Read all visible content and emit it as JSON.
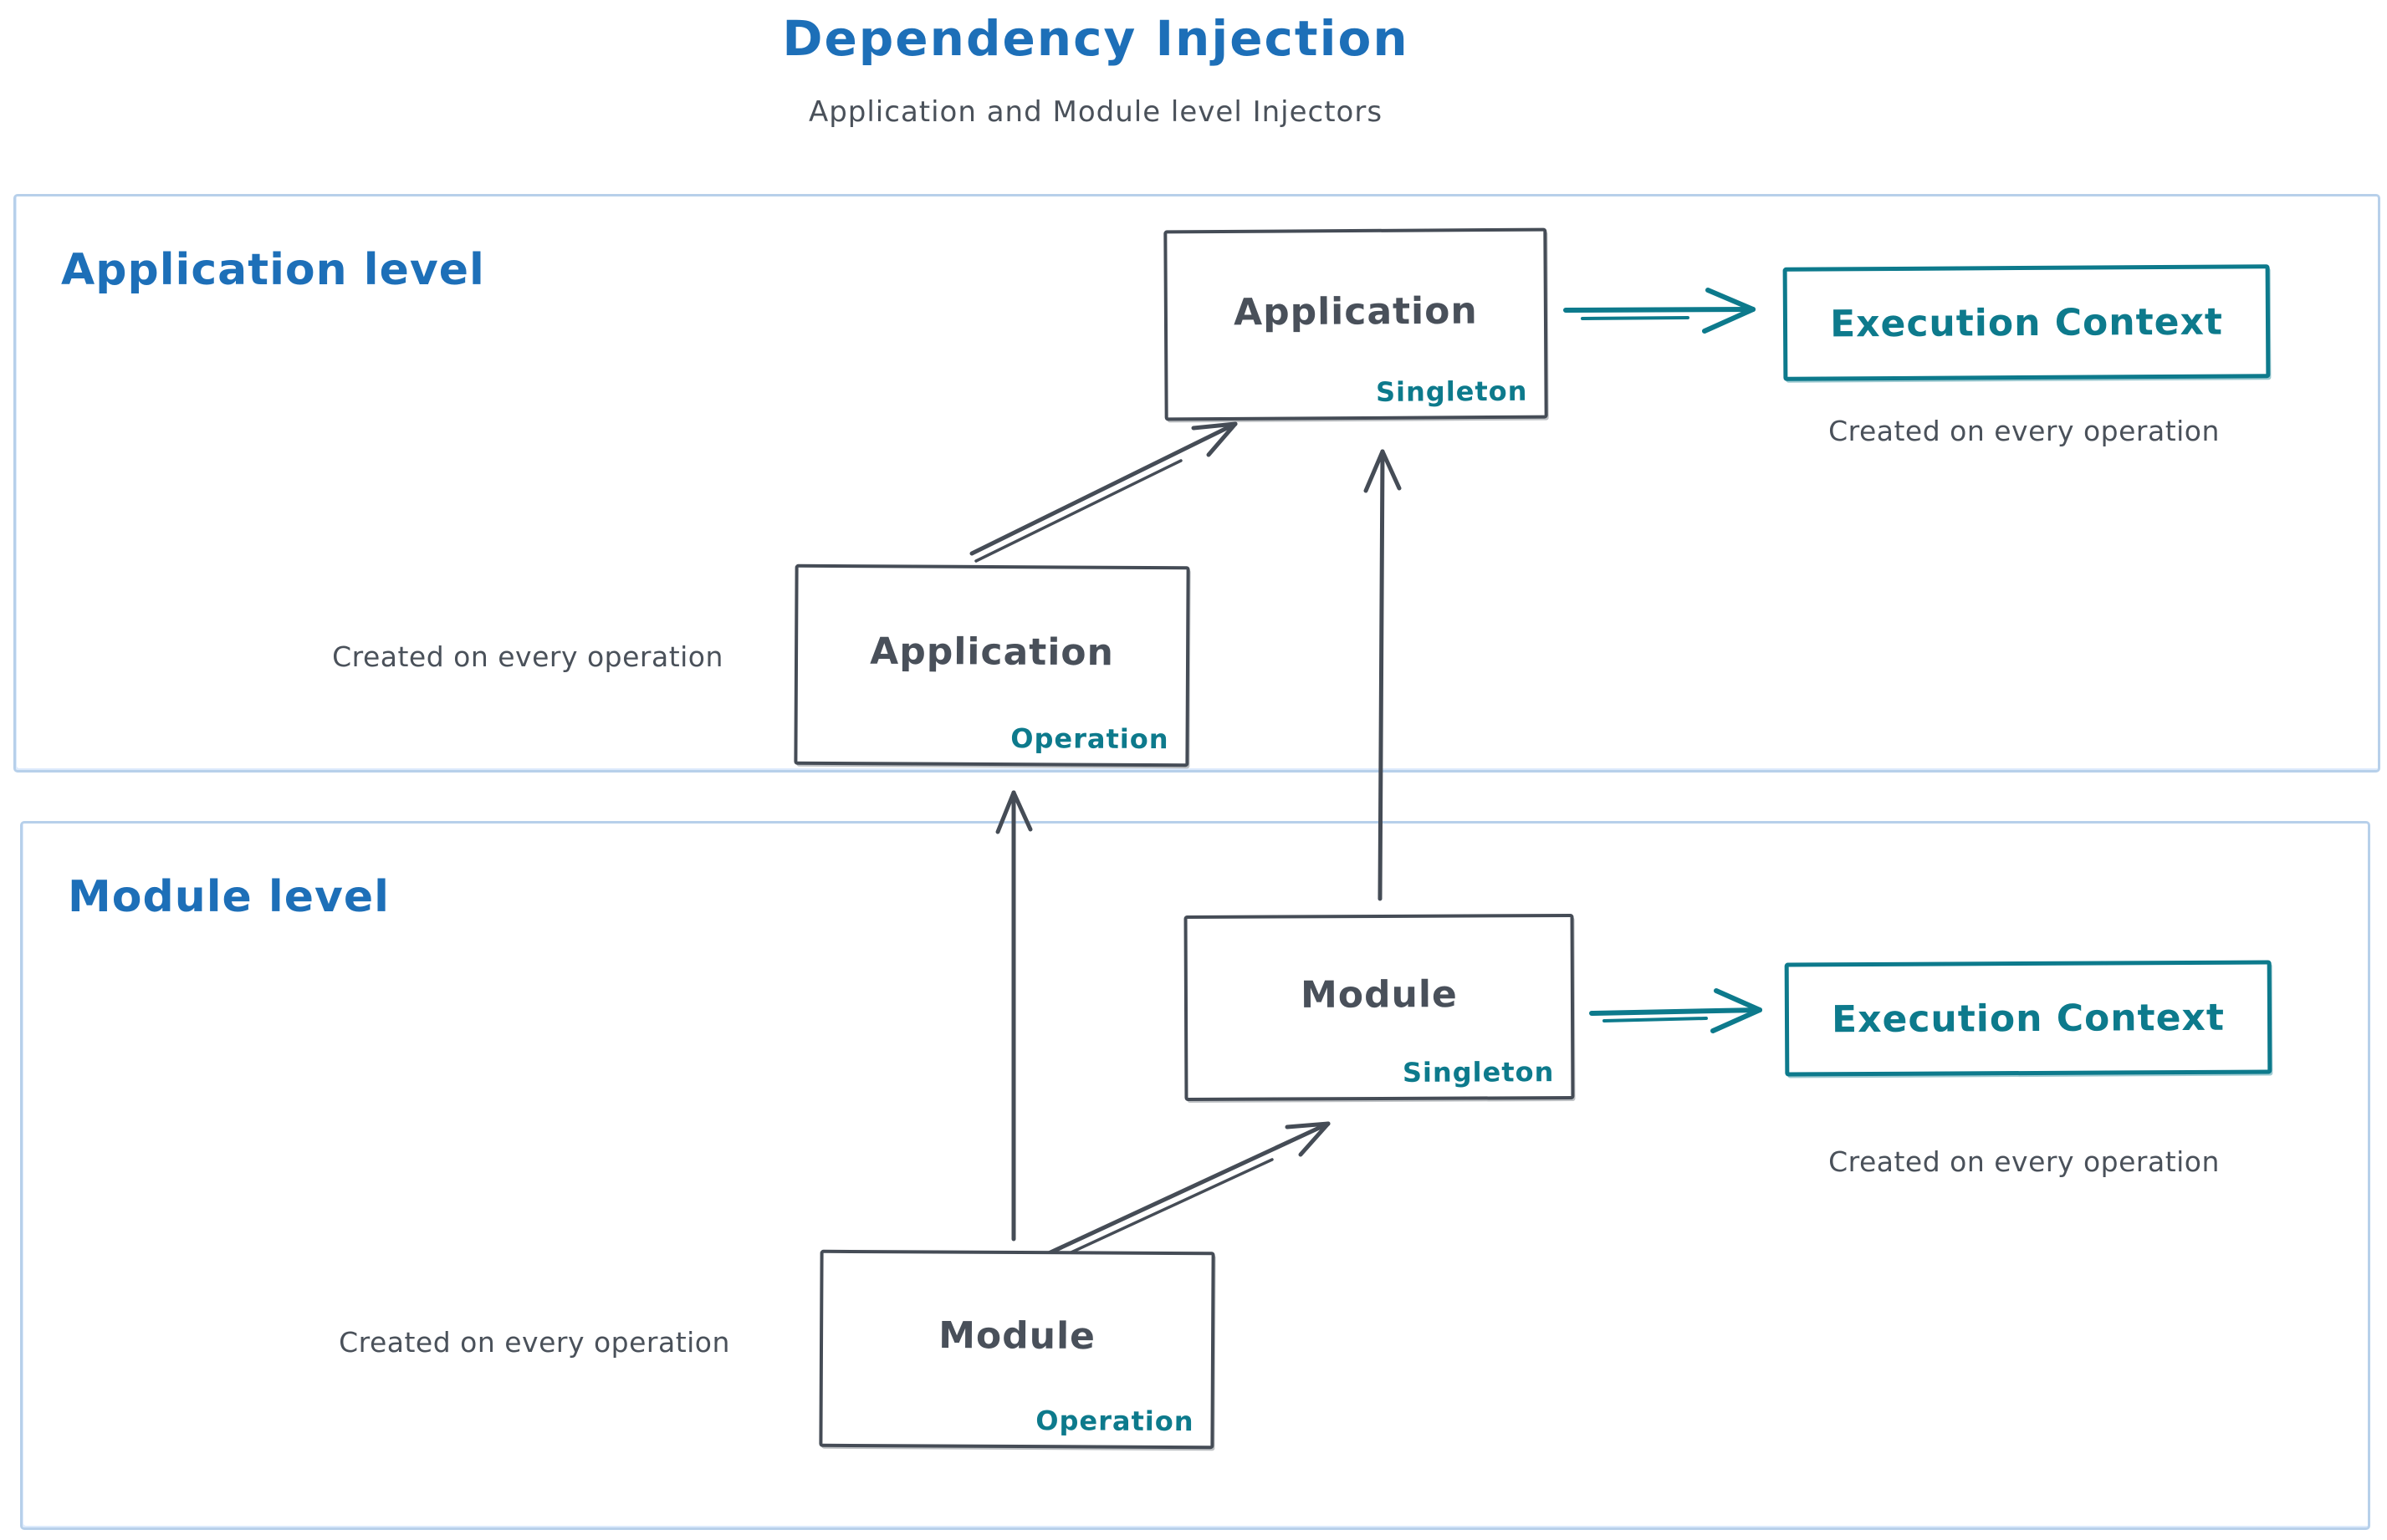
{
  "title": "Dependency Injection",
  "subtitle": "Application and Module level Injectors",
  "colors": {
    "heading_blue": "#1d6fb8",
    "teal": "#0d7a8c",
    "dark_text": "#49505a",
    "container_border": "#b7d0ea"
  },
  "sections": {
    "application": {
      "label": "Application level",
      "singleton_box": {
        "name": "Application",
        "badge": "Singleton"
      },
      "operation_box": {
        "name": "Application",
        "badge": "Operation"
      },
      "execution_box": {
        "label": "Execution Context"
      },
      "execution_caption": "Created on every operation",
      "operation_caption": "Created on every operation"
    },
    "module": {
      "label": "Module level",
      "singleton_box": {
        "name": "Module",
        "badge": "Singleton"
      },
      "operation_box": {
        "name": "Module",
        "badge": "Operation"
      },
      "execution_box": {
        "label": "Execution Context"
      },
      "execution_caption": "Created on every operation",
      "operation_caption": "Created on every operation"
    }
  },
  "arrows": [
    {
      "from": "application-operation",
      "to": "application-singleton",
      "style": "dark"
    },
    {
      "from": "module-singleton",
      "to": "application-singleton",
      "style": "dark"
    },
    {
      "from": "module-operation",
      "to": "application-operation",
      "style": "dark"
    },
    {
      "from": "module-operation",
      "to": "module-singleton",
      "style": "dark"
    },
    {
      "from": "application-singleton",
      "to": "application-execution-context",
      "style": "teal"
    },
    {
      "from": "module-singleton",
      "to": "module-execution-context",
      "style": "teal"
    }
  ]
}
